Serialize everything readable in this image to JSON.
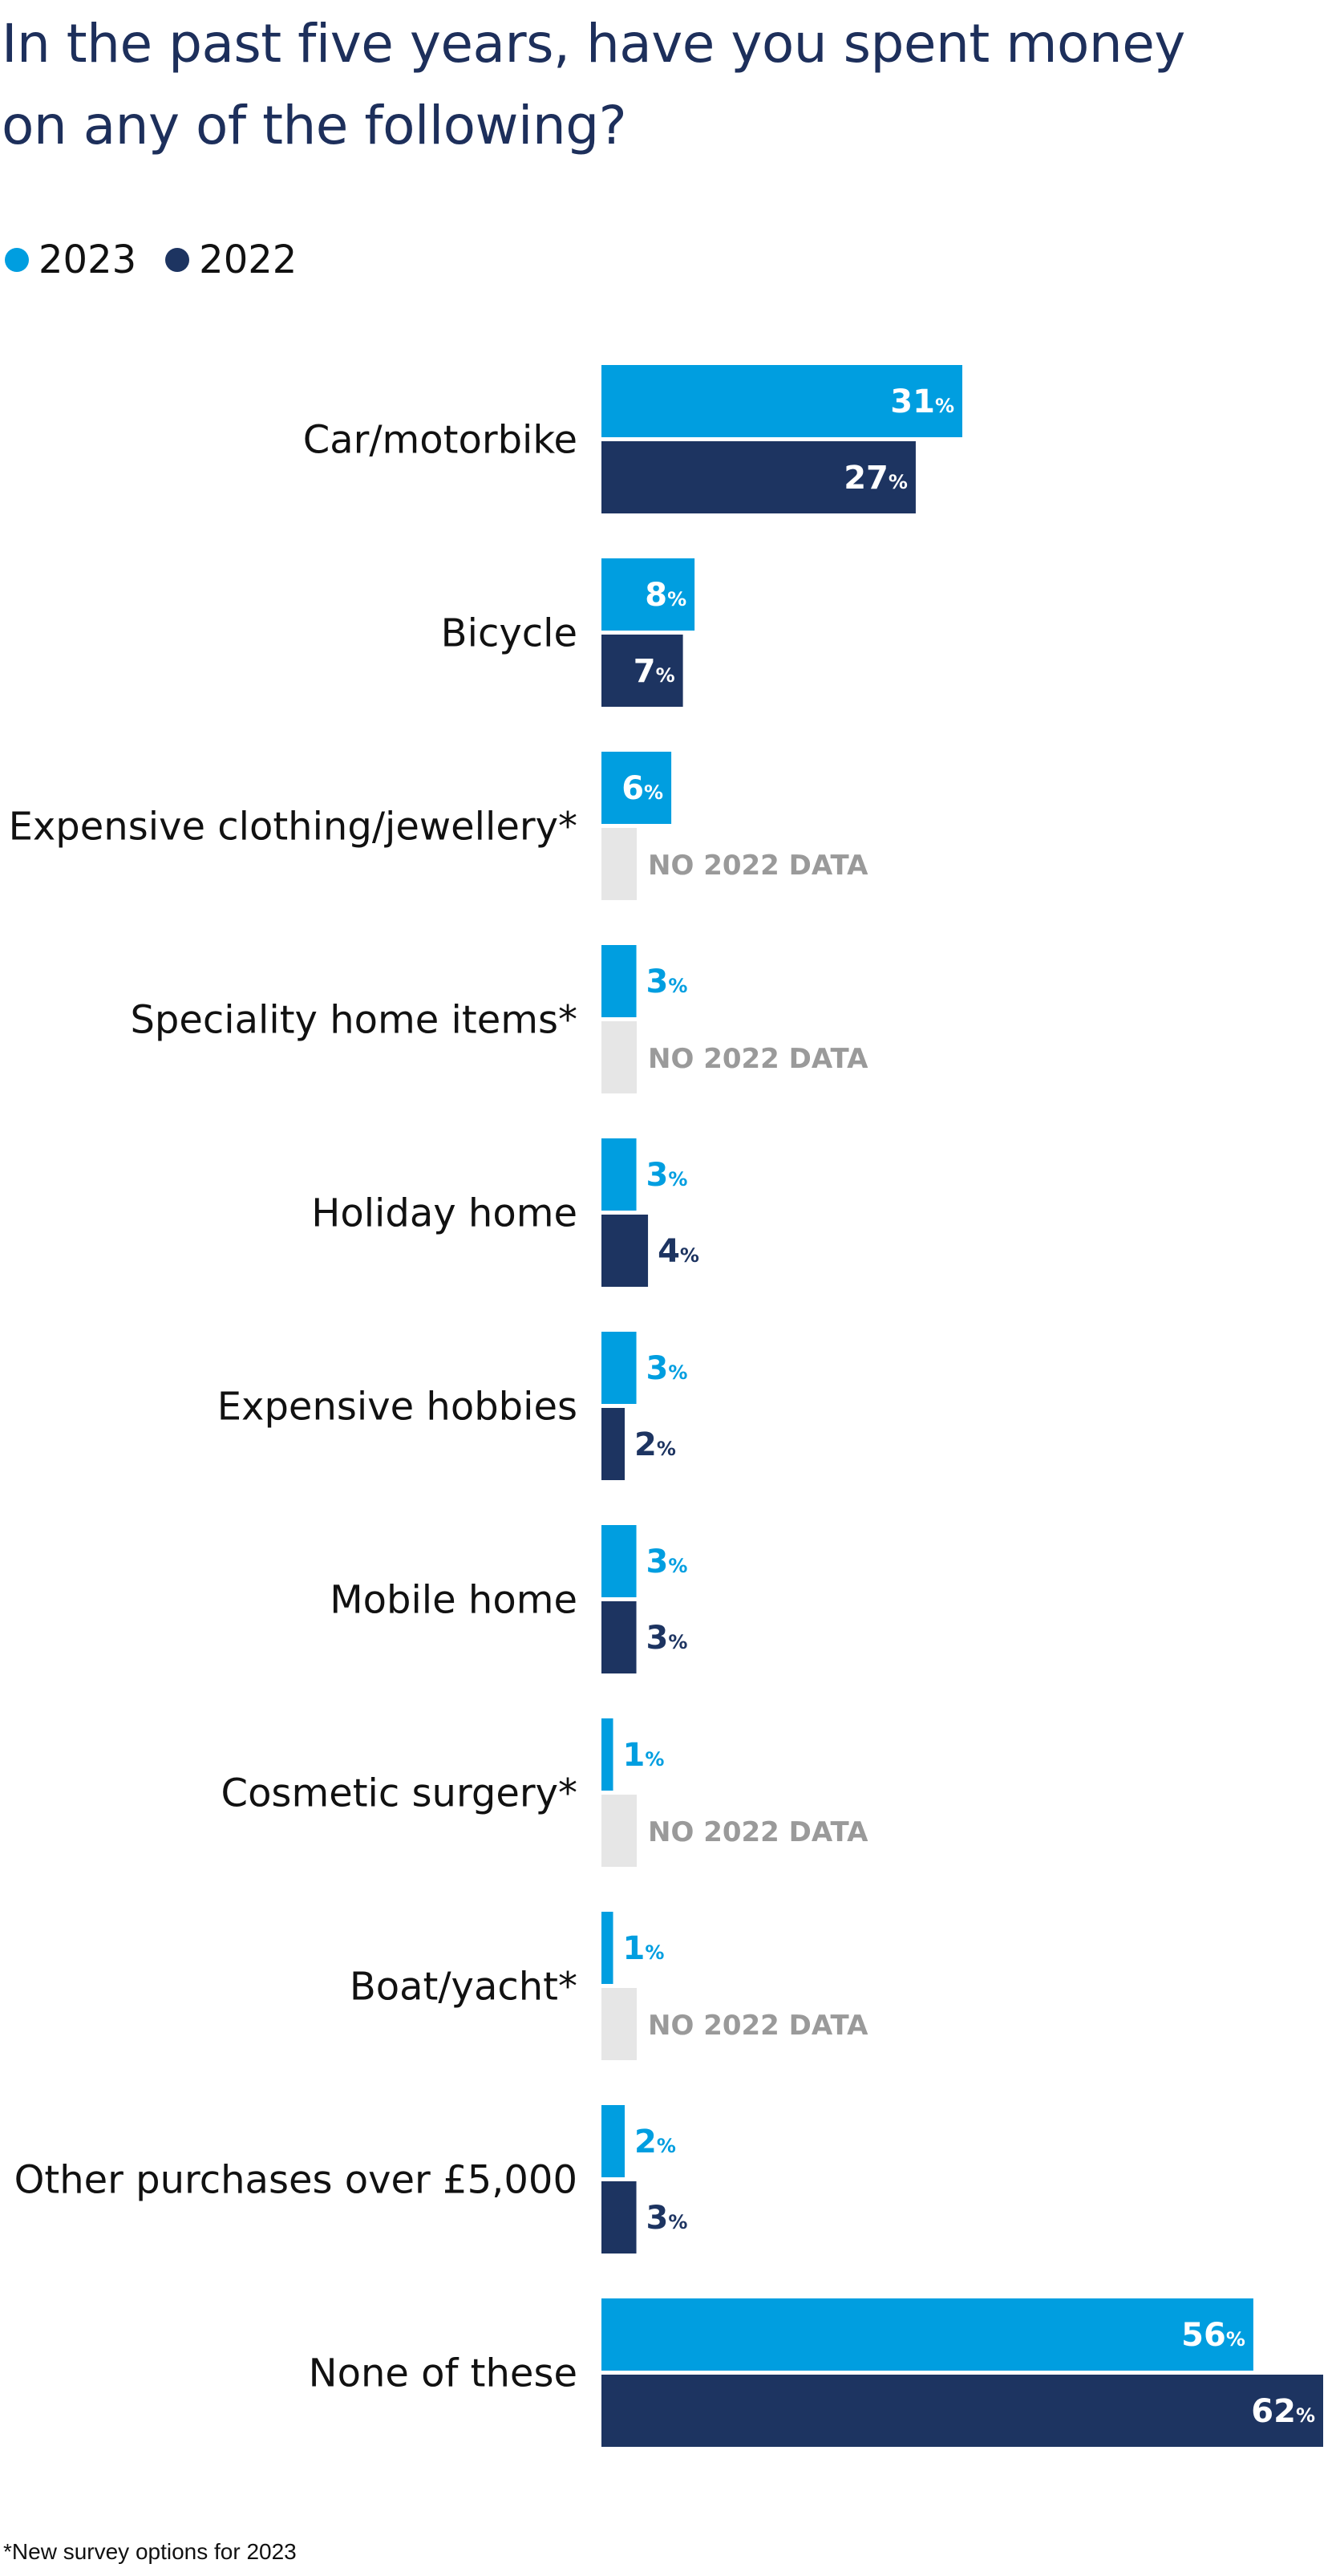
{
  "title": "In the past five years, have you spent money on any of the following?",
  "footnote": "*New survey options for 2023",
  "no_data_label": "NO 2022 DATA",
  "percent_suffix": "%",
  "colors": {
    "series_2023": "#009ee0",
    "series_2022": "#1d3461",
    "no_data_bar": "#e6e6e6",
    "no_data_text": "#9a9a9a",
    "category_text": "#111111",
    "title": "#1d2f5b"
  },
  "chart_data": {
    "type": "bar",
    "orientation": "horizontal",
    "title": "In the past five years, have you spent money on any of the following?",
    "legend_position": "top-left",
    "grid": false,
    "xlim": [
      0,
      62
    ],
    "categories": [
      "Car/motorbike",
      "Bicycle",
      "Expensive clothing/jewellery*",
      "Speciality home items*",
      "Holiday home",
      "Expensive hobbies",
      "Mobile home",
      "Cosmetic surgery*",
      "Boat/yacht*",
      "Other purchases over £5,000",
      "None of these"
    ],
    "series": [
      {
        "name": "2023",
        "values": [
          31,
          8,
          6,
          3,
          3,
          3,
          3,
          1,
          1,
          2,
          56
        ]
      },
      {
        "name": "2022",
        "values": [
          27,
          7,
          null,
          null,
          4,
          2,
          3,
          null,
          null,
          3,
          62
        ]
      }
    ]
  }
}
